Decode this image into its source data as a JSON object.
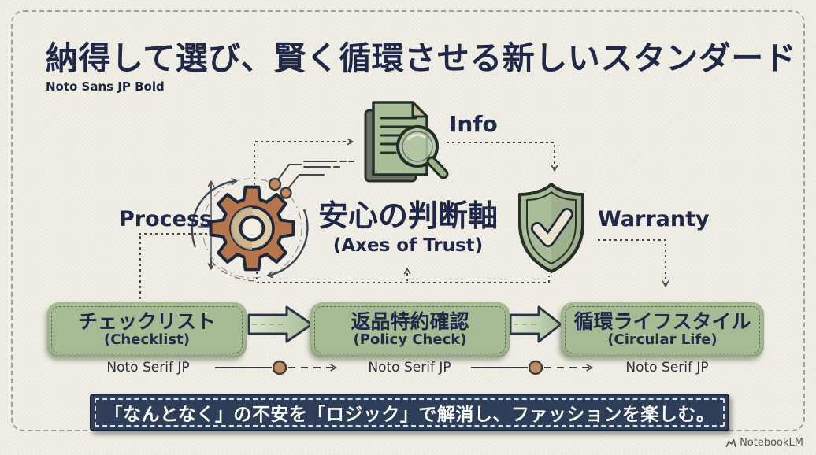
{
  "title": {
    "text": "納得して選び、賢く循環させる新しいスタンダード",
    "font_note": "Noto Sans JP Bold"
  },
  "hub": {
    "jp": "安心の判断軸",
    "en": "(Axes of Trust)"
  },
  "nodes": {
    "process": {
      "label": "Process",
      "icon": "gear-icon"
    },
    "info": {
      "label": "Info",
      "icon": "document-magnifier-icon"
    },
    "warranty": {
      "label": "Warranty",
      "icon": "shield-check-icon"
    }
  },
  "steps": [
    {
      "jp": "チェックリスト",
      "en": "(Checklist)",
      "font_note": "Noto Serif JP"
    },
    {
      "jp": "返品特約確認",
      "en": "(Policy Check)",
      "font_note": "Noto Serif JP"
    },
    {
      "jp": "循環ライフスタイル",
      "en": "(Circular Life)",
      "font_note": "Noto Serif JP"
    }
  ],
  "banner": {
    "text": "「なんとなく」の不安を「ロジック」で解消し、ファッションを楽しむ。"
  },
  "watermark": {
    "text": "NotebookLM"
  },
  "colors": {
    "background": "#f0eee5",
    "navy": "#1f2848",
    "sage_green": "#a6bb94",
    "terracotta": "#b5764e",
    "cream": "#e9e3d0",
    "banner_navy": "#2e3e58",
    "tan_dot": "#c38b63",
    "stitch_gray": "#a6a091"
  }
}
